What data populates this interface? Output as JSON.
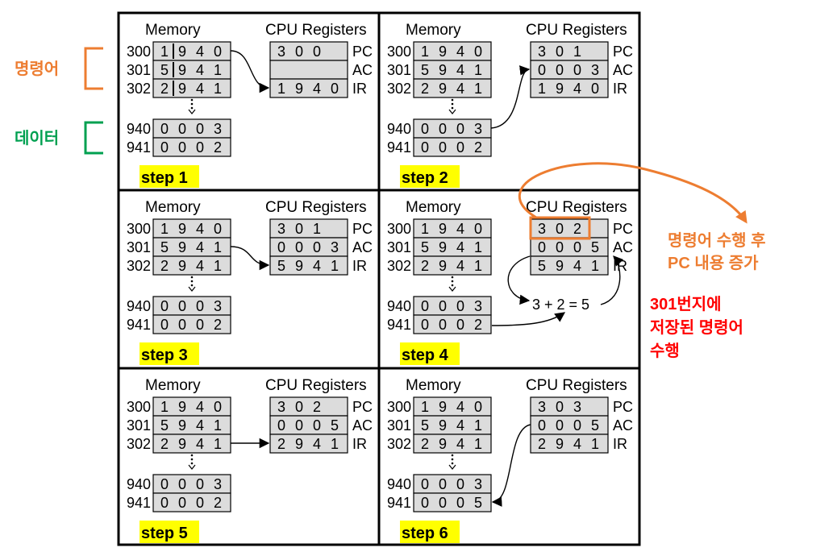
{
  "labels": {
    "memory": "Memory",
    "cpu_registers": "CPU Registers",
    "pc": "PC",
    "ac": "AC",
    "ir": "IR"
  },
  "side_labels": {
    "instruction": "명령어",
    "data": "데이터"
  },
  "annotations": {
    "pc_note_line1": "명령어 수행 후",
    "pc_note_line2": "PC 내용 증가",
    "exec_note_line1": "301번지에",
    "exec_note_line2": "저장된 명령어",
    "exec_note_line3": "수행",
    "step4_expr": "3 + 2 = 5"
  },
  "colors": {
    "orange": "#ed7d31",
    "green": "#00a050",
    "red": "#ff0000",
    "step_highlight": "#ffff00",
    "cell_fill": "#dcdcdc"
  },
  "steps": [
    {
      "label": "step 1",
      "memory": [
        {
          "addr": "300",
          "value": "1940"
        },
        {
          "addr": "301",
          "value": "5941"
        },
        {
          "addr": "302",
          "value": "2941"
        },
        {
          "addr": "940",
          "value": "0003"
        },
        {
          "addr": "941",
          "value": "0002"
        }
      ],
      "registers": {
        "pc": "300",
        "ac": "",
        "ir": "1940"
      },
      "opcode_separator": true
    },
    {
      "label": "step 2",
      "memory": [
        {
          "addr": "300",
          "value": "1940"
        },
        {
          "addr": "301",
          "value": "5941"
        },
        {
          "addr": "302",
          "value": "2941"
        },
        {
          "addr": "940",
          "value": "0003"
        },
        {
          "addr": "941",
          "value": "0002"
        }
      ],
      "registers": {
        "pc": "301",
        "ac": "0003",
        "ir": "1940"
      },
      "opcode_separator": false
    },
    {
      "label": "step 3",
      "memory": [
        {
          "addr": "300",
          "value": "1940"
        },
        {
          "addr": "301",
          "value": "5941"
        },
        {
          "addr": "302",
          "value": "2941"
        },
        {
          "addr": "940",
          "value": "0003"
        },
        {
          "addr": "941",
          "value": "0002"
        }
      ],
      "registers": {
        "pc": "301",
        "ac": "0003",
        "ir": "5941"
      },
      "opcode_separator": false
    },
    {
      "label": "step 4",
      "memory": [
        {
          "addr": "300",
          "value": "1940"
        },
        {
          "addr": "301",
          "value": "5941"
        },
        {
          "addr": "302",
          "value": "2941"
        },
        {
          "addr": "940",
          "value": "0003"
        },
        {
          "addr": "941",
          "value": "0002"
        }
      ],
      "registers": {
        "pc": "302",
        "ac": "0005",
        "ir": "5941"
      },
      "opcode_separator": false
    },
    {
      "label": "step 5",
      "memory": [
        {
          "addr": "300",
          "value": "1940"
        },
        {
          "addr": "301",
          "value": "5941"
        },
        {
          "addr": "302",
          "value": "2941"
        },
        {
          "addr": "940",
          "value": "0003"
        },
        {
          "addr": "941",
          "value": "0002"
        }
      ],
      "registers": {
        "pc": "302",
        "ac": "0005",
        "ir": "2941"
      },
      "opcode_separator": false
    },
    {
      "label": "step 6",
      "memory": [
        {
          "addr": "300",
          "value": "1940"
        },
        {
          "addr": "301",
          "value": "5941"
        },
        {
          "addr": "302",
          "value": "2941"
        },
        {
          "addr": "940",
          "value": "0003"
        },
        {
          "addr": "941",
          "value": "0005"
        }
      ],
      "registers": {
        "pc": "303",
        "ac": "0005",
        "ir": "2941"
      },
      "opcode_separator": false
    }
  ]
}
